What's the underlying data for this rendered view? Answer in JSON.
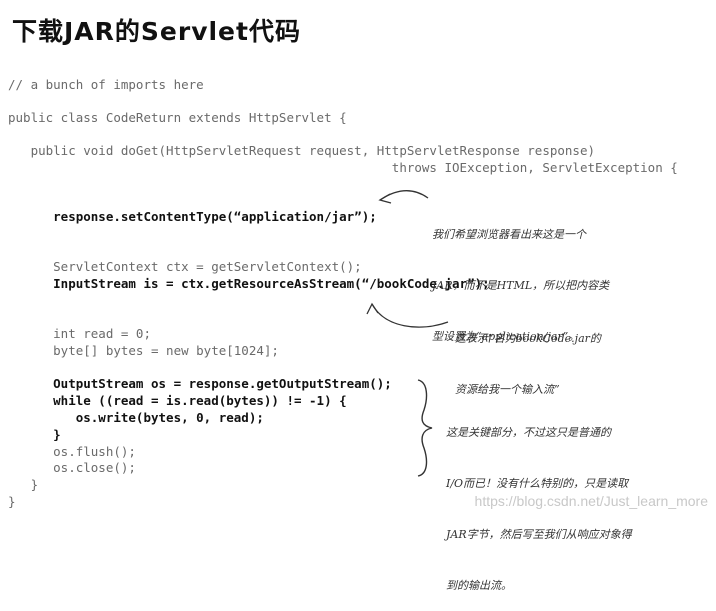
{
  "title": "下载JAR的Servlet代码",
  "code_lines": [
    "// a bunch of imports here",
    "public class CodeReturn extends HttpServlet {",
    "   public void doGet(HttpServletRequest request, HttpServletResponse response)",
    "                                                   throws IOException, ServletException {",
    "      response.setContentType(“application/jar”);",
    "      ServletContext ctx = getServletContext();",
    "      InputStream is = ctx.getResourceAsStream(“/bookCode.jar”);",
    "      int read = 0;",
    "      byte[] bytes = new byte[1024];",
    "      OutputStream os = response.getOutputStream();",
    "      while ((read = is.read(bytes)) != -1) {",
    "         os.write(bytes, 0, read);",
    "      }",
    "      os.flush();",
    "      os.close();",
    "   }",
    "}"
  ],
  "annotations": [
    {
      "lines": [
        "我们希望浏览器看出来这是一个",
        "JAR，而不是HTML，所以把内容类",
        "型设置为“application/jar”。"
      ]
    },
    {
      "lines": [
        "这表示“名为bookCode.jar的",
        "资源给我一个输入流”"
      ]
    },
    {
      "lines": [
        "这是关键部分，不过这只是普通的",
        "I/O而已！没有什么特别的，只是读取",
        "JAR字节，然后写至我们从响应对象得",
        "到的输出流。"
      ]
    }
  ],
  "watermark": "https://blog.csdn.net/Just_learn_more"
}
